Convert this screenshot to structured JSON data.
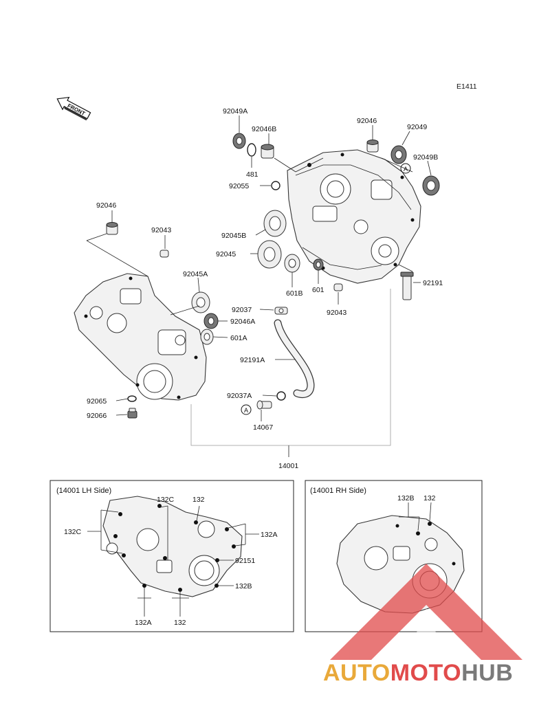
{
  "diagram_code": "E1411",
  "front_label": "FRONT",
  "callout_a": "A",
  "parts": {
    "p92049A": "92049A",
    "p92046B": "92046B",
    "p481": "481",
    "p92055": "92055",
    "p92046_top": "92046",
    "p92049": "92049",
    "p92049B": "92049B",
    "p92046_left": "92046",
    "p92043_left": "92043",
    "p92045B": "92045B",
    "p92045": "92045",
    "p601B": "601B",
    "p601": "601",
    "p92043_right": "92043",
    "p92191": "92191",
    "p92045A": "92045A",
    "p92037": "92037",
    "p92046A": "92046A",
    "p601A": "601A",
    "p92191A": "92191A",
    "p92065": "92065",
    "p92066": "92066",
    "p92037A": "92037A",
    "p14067": "14067",
    "p14001": "14001"
  },
  "lh_box": {
    "title": "(14001 LH Side)",
    "labels": {
      "l132C_top": "132C",
      "l132_top": "132",
      "l132C_left": "132C",
      "l132A_right": "132A",
      "l92151": "92151",
      "l132B": "132B",
      "l132A_bottom": "132A",
      "l132_bottom": "132"
    }
  },
  "rh_box": {
    "title": "(14001 RH Side)",
    "labels": {
      "r132B": "132B",
      "r132": "132"
    }
  },
  "watermark": {
    "part_a": "AUTO",
    "part_b": "MOTO",
    "part_c": "HUB"
  }
}
